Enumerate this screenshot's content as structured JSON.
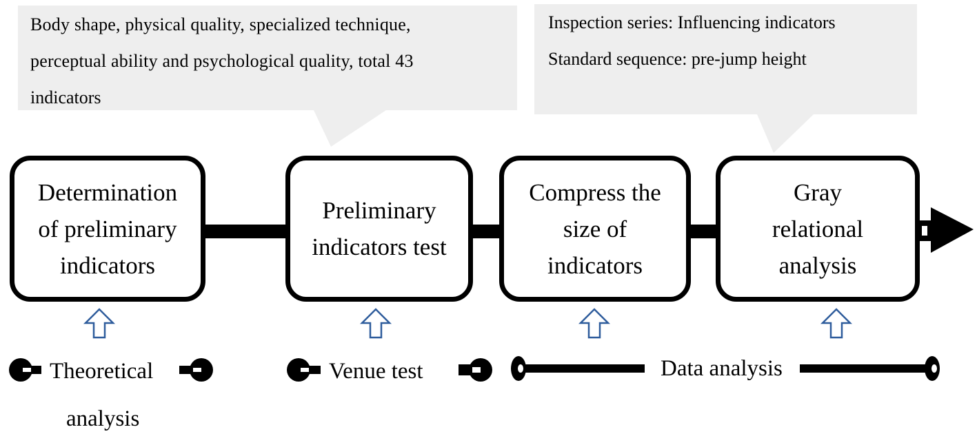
{
  "callouts": [
    {
      "id": "indicators",
      "lines": [
        "Body shape, physical quality, specialized technique,",
        "perceptual ability and psychological quality, total 43",
        "indicators"
      ]
    },
    {
      "id": "inspection",
      "lines": [
        "Inspection series: Influencing indicators",
        "Standard sequence: pre-jump height"
      ]
    }
  ],
  "steps": [
    {
      "label_lines": [
        "Determination",
        "of preliminary",
        "indicators"
      ]
    },
    {
      "label_lines": [
        "Preliminary",
        "indicators test"
      ]
    },
    {
      "label_lines": [
        "Compress the",
        "size of",
        "indicators"
      ]
    },
    {
      "label_lines": [
        "Gray",
        "relational",
        "analysis"
      ]
    }
  ],
  "methods": {
    "theoretical": {
      "lines": [
        "Theoretical",
        "analysis"
      ]
    },
    "venue": {
      "label": "Venue test"
    },
    "data": {
      "label": "Data analysis"
    }
  },
  "colors": {
    "callout_fill": "#eeeeee",
    "up_arrow": "#2e5c9c",
    "stroke": "#000000"
  }
}
